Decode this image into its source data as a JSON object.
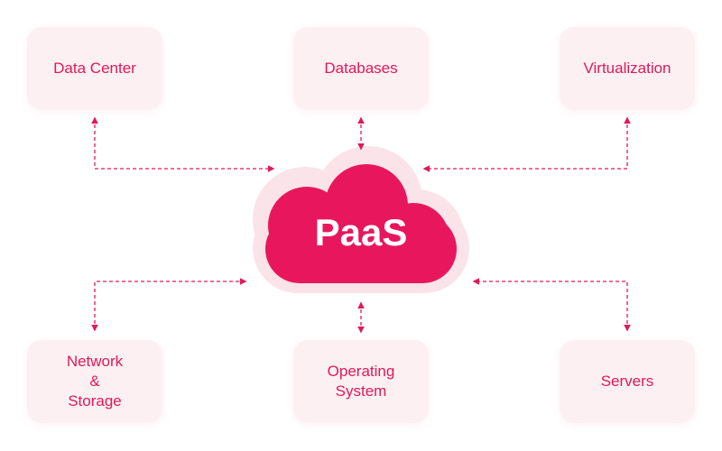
{
  "center": {
    "label": "PaaS"
  },
  "nodes": {
    "data_center": {
      "label": "Data Center"
    },
    "databases": {
      "label": "Databases"
    },
    "virtualization": {
      "label": "Virtualization"
    },
    "network_storage": {
      "label": "Network\n&\nStorage"
    },
    "operating_system": {
      "label": "Operating\nSystem"
    },
    "servers": {
      "label": "Servers"
    }
  },
  "colors": {
    "accent": "#e0195a",
    "cloud": "#e8175d",
    "cloud_glow": "#fbe3ea",
    "box_bg": "#fdf0f3"
  }
}
